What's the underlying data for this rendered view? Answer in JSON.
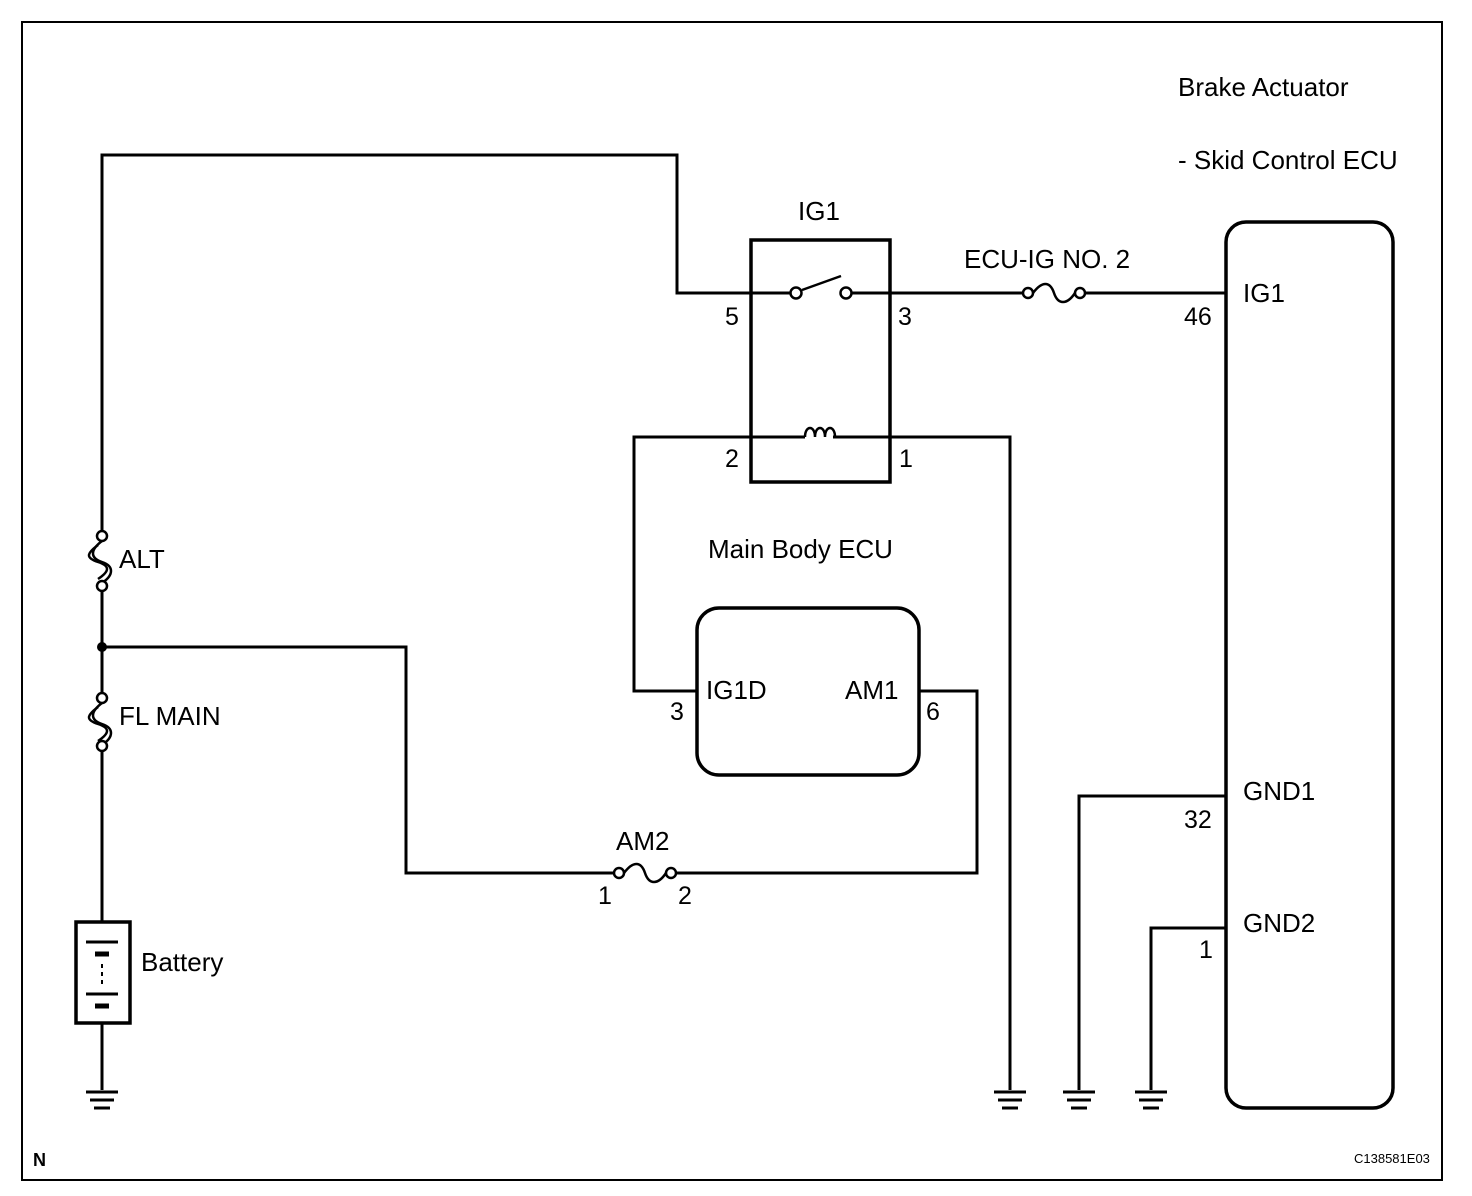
{
  "components": {
    "brake_actuator": {
      "title_line1": "Brake Actuator",
      "title_line2": "- Skid Control ECU",
      "pins": {
        "ig1": {
          "name": "IG1",
          "number": "46"
        },
        "gnd1": {
          "name": "GND1",
          "number": "32"
        },
        "gnd2": {
          "name": "GND2",
          "number": "1"
        }
      }
    },
    "ig1_relay": {
      "label": "IG1",
      "pin_5": "5",
      "pin_3": "3",
      "pin_2": "2",
      "pin_1": "1"
    },
    "main_body_ecu": {
      "label": "Main Body ECU",
      "pin_ig1d_name": "IG1D",
      "pin_ig1d_number": "3",
      "pin_am1_name": "AM1",
      "pin_am1_number": "6"
    },
    "fuses": {
      "ecu_ig_no2": "ECU-IG NO. 2",
      "alt": "ALT",
      "fl_main": "FL MAIN",
      "am2": {
        "label": "AM2",
        "pin_1": "1",
        "pin_2": "2"
      }
    },
    "battery": {
      "label": "Battery"
    }
  },
  "footer": {
    "corner_mark": "N",
    "figure_id": "C138581E03"
  }
}
